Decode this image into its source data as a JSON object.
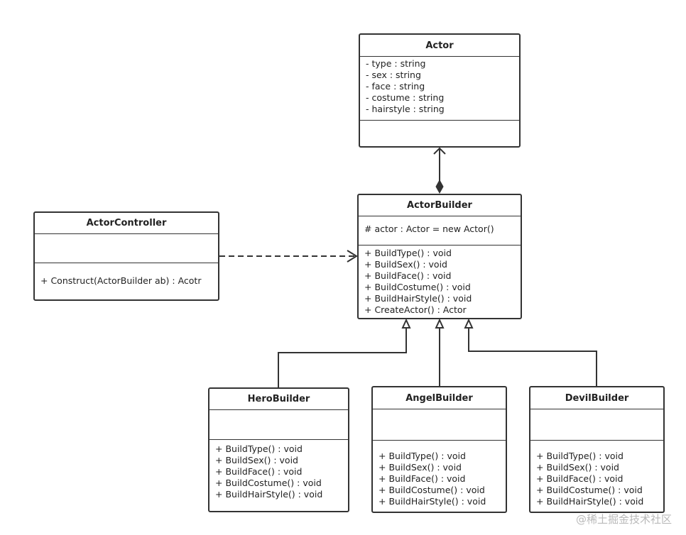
{
  "classes": {
    "actor": {
      "name": "Actor",
      "attributes": [
        "- type : string",
        "- sex : string",
        "- face : string",
        "- costume : string",
        "- hairstyle : string"
      ],
      "operations": []
    },
    "actor_builder": {
      "name": "ActorBuilder",
      "attributes": [
        "# actor : Actor = new Actor()"
      ],
      "operations": [
        "+ BuildType() : void",
        "+ BuildSex() : void",
        "+ BuildFace() : void",
        "+ BuildCostume() : void",
        "+ BuildHairStyle() : void",
        "+ CreateActor() : Actor"
      ]
    },
    "actor_controller": {
      "name": "ActorController",
      "attributes": [],
      "operations": [
        "+ Construct(ActorBuilder ab) : Acotr"
      ]
    },
    "hero_builder": {
      "name": "HeroBuilder",
      "attributes": [],
      "operations": [
        "+ BuildType() : void",
        "+ BuildSex() : void",
        "+ BuildFace() : void",
        "+ BuildCostume() : void",
        "+ BuildHairStyle() : void"
      ]
    },
    "angel_builder": {
      "name": "AngelBuilder",
      "attributes": [],
      "operations": [
        "+ BuildType() : void",
        "+ BuildSex() : void",
        "+ BuildFace() : void",
        "+ BuildCostume() : void",
        "+ BuildHairStyle() : void"
      ]
    },
    "devil_builder": {
      "name": "DevilBuilder",
      "attributes": [],
      "operations": [
        "+ BuildType() : void",
        "+ BuildSex() : void",
        "+ BuildFace() : void",
        "+ BuildCostume() : void",
        "+ BuildHairStyle() : void"
      ]
    }
  },
  "watermark": "@稀土掘金技术社区"
}
